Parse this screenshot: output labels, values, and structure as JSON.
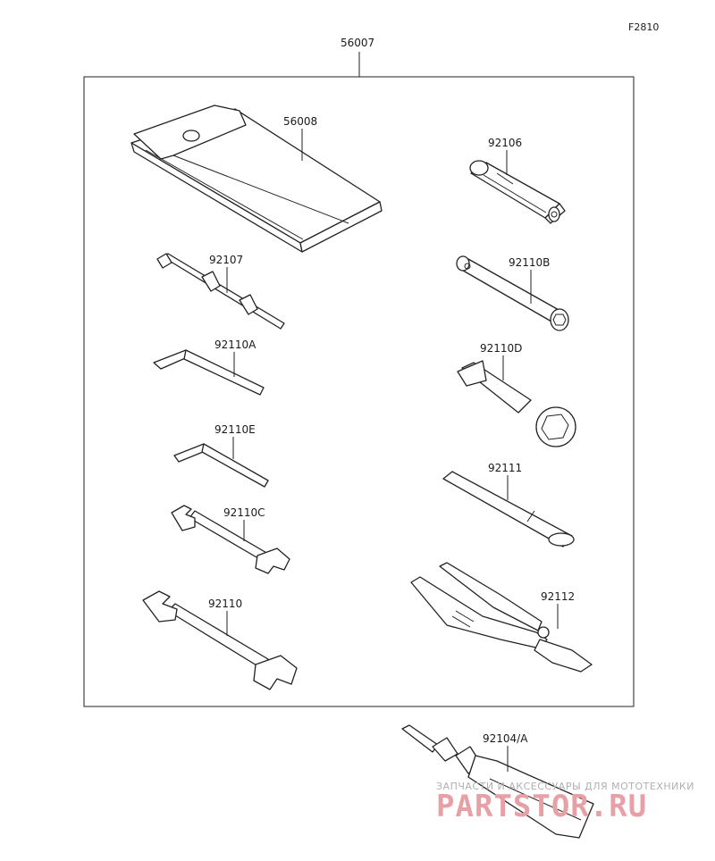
{
  "figure_code": "F2810",
  "kit_number": "56007",
  "parts": {
    "p56008": "56008",
    "p92106": "92106",
    "p92107": "92107",
    "p92110B": "92110B",
    "p92110A": "92110A",
    "p92110D": "92110D",
    "p92110E": "92110E",
    "p92111": "92111",
    "p92110C": "92110C",
    "p92110": "92110",
    "p92112": "92112",
    "p92104A": "92104/A"
  },
  "watermark": {
    "tagline": "ЗАПЧАСТИ И АКСЕССУАРЫ ДЛЯ МОТОТЕХНИКИ",
    "brand": "PARTSTOR.RU"
  }
}
